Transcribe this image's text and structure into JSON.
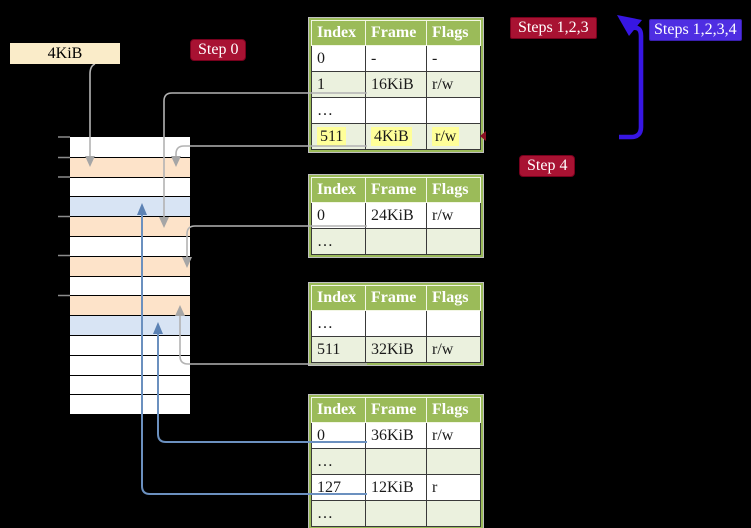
{
  "labels": {
    "memory_address": "4KiB",
    "step0": "Step 0",
    "steps123": "Steps 1,2,3",
    "steps1234": "Steps 1,2,3,4",
    "step4": "Step 4"
  },
  "tables": {
    "headers": [
      "Index",
      "Frame",
      "Flags"
    ],
    "t1": {
      "rows": [
        [
          "0",
          "-",
          "-"
        ],
        [
          "1",
          "16KiB",
          "r/w"
        ],
        [
          "…",
          "",
          ""
        ],
        [
          "511",
          "4KiB",
          "r/w"
        ]
      ]
    },
    "t2": {
      "rows": [
        [
          "0",
          "24KiB",
          "r/w"
        ],
        [
          "…",
          "",
          ""
        ]
      ]
    },
    "t3": {
      "rows": [
        [
          "…",
          "",
          ""
        ],
        [
          "511",
          "32KiB",
          "r/w"
        ]
      ]
    },
    "t4": {
      "rows": [
        [
          "0",
          "36KiB",
          "r/w"
        ],
        [
          "…",
          "",
          ""
        ],
        [
          "127",
          "12KiB",
          "r"
        ],
        [
          "…",
          "",
          ""
        ]
      ]
    }
  },
  "memory": {
    "rows": [
      "plain",
      "table",
      "plain",
      "mapped",
      "table",
      "plain",
      "table",
      "plain",
      "table",
      "mapped",
      "plain",
      "plain",
      "plain",
      "plain"
    ]
  },
  "colors": {
    "background": "#000000",
    "table_header_green": "#9bbb59",
    "table_shaded_row": "#ebf1de",
    "highlight_yellow": "#ffff99",
    "page_table_frame_fill": "#fde3c9",
    "mapped_page_fill": "#d8e4f4",
    "memory_label_bg": "#faecc9",
    "step_badge_red": "#a81232",
    "steps_badge_blue": "#4e2ee2",
    "loop_arrow_blue": "#3716e3",
    "connector_gray": "#b3b3b3",
    "connector_blue": "#6b90bf"
  }
}
